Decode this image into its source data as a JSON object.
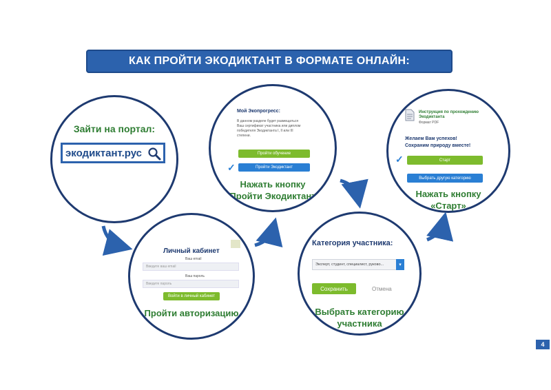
{
  "title": "КАК ПРОЙТИ ЭКОДИКТАНТ В ФОРМАТЕ ОНЛАЙН:",
  "page_number": "4",
  "colors": {
    "banner": "#2c62ad",
    "circle_border": "#1e3a70",
    "caption_green": "#2e7d32",
    "button_green": "#7dbb2d",
    "button_blue": "#2a7fd4"
  },
  "steps": {
    "portal": {
      "caption": "Зайти на портал:",
      "site": "экодиктант.рус",
      "icon": "search-icon"
    },
    "auth": {
      "heading": "Личный кабинет",
      "login_label": "Ваш email",
      "login_placeholder": "Введите ваш email",
      "password_label": "Ваш пароль",
      "password_placeholder": "Введите пароль",
      "submit": "Войти в личный кабинет",
      "caption": "Пройти авторизацию"
    },
    "progress": {
      "heading": "Мой Экопрогресс:",
      "text_1": "В данном разделе будет размещаться",
      "text_2": "Ваш сертификат участника или диплом",
      "text_3": "победителя Экодиктанта I, II или III",
      "text_4": "степени.",
      "btn_training": "Пройти обучение",
      "btn_dictation": "Пройти Экодиктант",
      "caption_1": "Нажать кнопку",
      "caption_2": "«Пройти Экодиктант»"
    },
    "category": {
      "heading": "Категория участника:",
      "select_value": "Эксперт, студент, специалист, руково...",
      "save": "Сохранить",
      "cancel": "Отмена",
      "caption_1": "Выбрать категорию",
      "caption_2": "участника"
    },
    "start": {
      "doc_1": "Инструкция по прохождению",
      "doc_2": "Экодиктанта",
      "doc_3": "Формат PDF",
      "wish_1": "Желаем Вам успехов!",
      "wish_2": "Сохраним природу вместе!",
      "btn_start": "Старт",
      "btn_other": "Выбрать другую категорию",
      "caption_1": "Нажать кнопку",
      "caption_2": "«Старт»"
    }
  }
}
